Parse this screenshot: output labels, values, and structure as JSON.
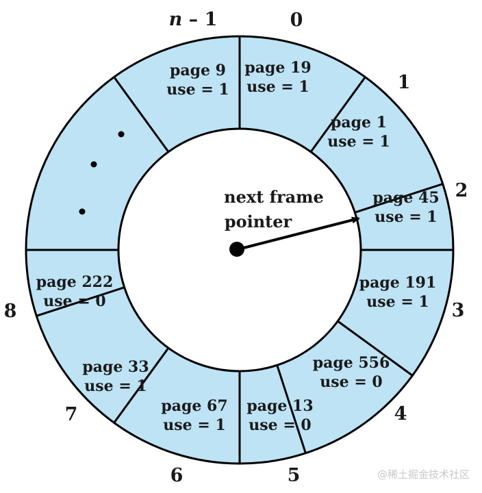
{
  "diagram": {
    "frames": [
      {
        "page": "page 19",
        "use": "use = 1"
      },
      {
        "page": "page 1",
        "use": "use = 1"
      },
      {
        "page": "page 45",
        "use": "use = 1"
      },
      {
        "page": "page 191",
        "use": "use = 1"
      },
      {
        "page": "page 556",
        "use": "use = 0"
      },
      {
        "page": "page 13",
        "use": "use = 0"
      },
      {
        "page": "page 67",
        "use": "use = 1"
      },
      {
        "page": "page 33",
        "use": "use = 1"
      },
      {
        "page": "page 222",
        "use": "use = 0"
      },
      {
        "page": "page 9",
        "use": "use = 1"
      }
    ],
    "frame_indices": [
      "0",
      "1",
      "2",
      "3",
      "4",
      "5",
      "6",
      "7",
      "8"
    ],
    "last_index": {
      "italic_part": "n",
      "rest": " – 1"
    },
    "pointer_label": [
      "next frame",
      "pointer"
    ],
    "ellipsis_dots": 3
  },
  "colors": {
    "cell_fill": "#bde3f5",
    "outline": "#000000"
  },
  "watermark": "@稀土掘金技术社区"
}
